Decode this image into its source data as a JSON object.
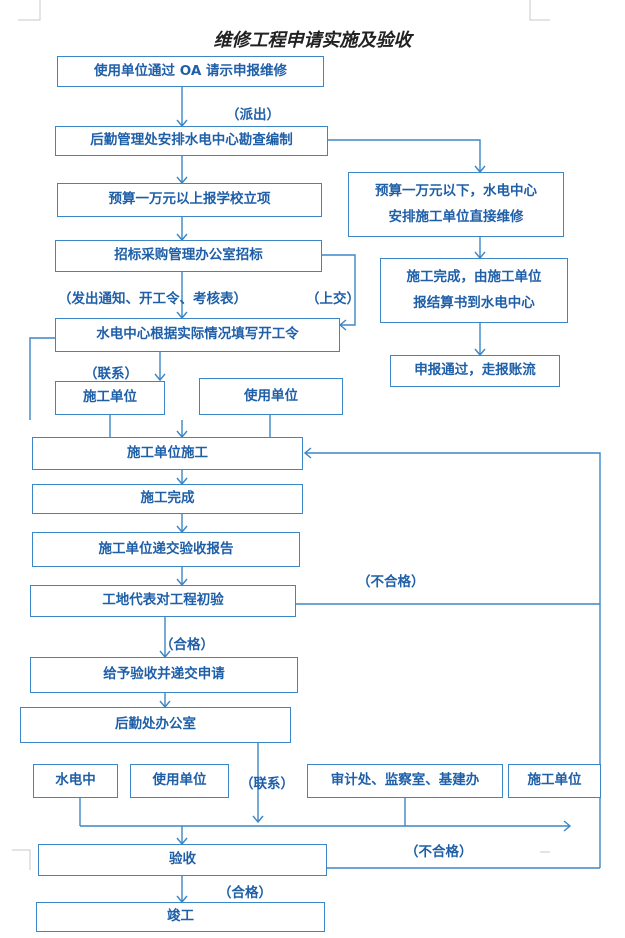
{
  "title": "维修工程申请实施及验收",
  "steps": {
    "oa_request": "使用单位通过 OA 请示申报维修",
    "logistics_survey": "后勤管理处安排水电中心勘查编制",
    "above_10k": "预算一万元以上报学校立项",
    "bidding": "招标采购管理办公室招标",
    "start_order": "水电中心根据实际情况填写开工令",
    "contractor_a": "施工单位",
    "user_unit_a": "使用单位",
    "below_10k_line1": "预算一万元以下，水电中心",
    "below_10k_line2": "安排施工单位直接维修",
    "done_settle_line1": "施工完成，由施工单位",
    "done_settle_line2": "报结算书到水电中心",
    "approved_account": "申报通过，走报账流",
    "construction": "施工单位施工",
    "completed": "施工完成",
    "submit_report": "施工单位递交验收报告",
    "site_inspection": "工地代表对工程初验",
    "grant_acceptance": "给予验收并递交申请",
    "logistics_office": "后勤处办公室",
    "water_power": "水电中",
    "user_unit_b": "使用单位",
    "audit_group": "审计处、监察室、基建办",
    "contractor_b": "施工单位",
    "acceptance": "验收",
    "final": "竣工"
  },
  "labels": {
    "dispatch": "（派出）",
    "issue_docs": "（发出通知、开工令、考核表）",
    "submit_up": "（上交）",
    "contact_a": "（联系）",
    "fail_1": "（不合格）",
    "pass_1": "（合格）",
    "contact_b": "（联系）",
    "fail_2": "（不合格）",
    "pass_2": "（合格）"
  },
  "colors": {
    "line": "#3b86c6",
    "text": "#1f5fa8"
  }
}
